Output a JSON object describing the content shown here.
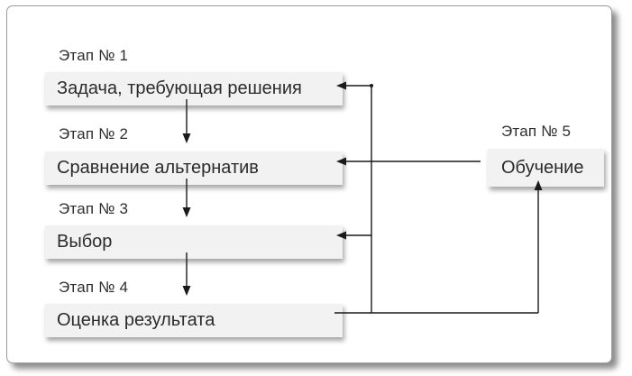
{
  "diagram": {
    "title_hint": "decision-process-flowchart",
    "stages": [
      {
        "label": "Этап № 1",
        "box": "Задача, требующая решения"
      },
      {
        "label": "Этап № 2",
        "box": "Сравнение альтернатив"
      },
      {
        "label": "Этап № 3",
        "box": "Выбор"
      },
      {
        "label": "Этап № 4",
        "box": "Оценка результата"
      },
      {
        "label": "Этап № 5",
        "box": "Обучение"
      }
    ],
    "edges": [
      {
        "from": "Задача, требующая решения",
        "to": "Сравнение альтернатив",
        "type": "down-arrow"
      },
      {
        "from": "Сравнение альтернатив",
        "to": "Выбор",
        "type": "down-arrow"
      },
      {
        "from": "Выбор",
        "to": "Оценка результата",
        "type": "down-arrow"
      },
      {
        "from": "Оценка результата",
        "to": "Задача, требующая решения",
        "type": "feedback-arrow"
      },
      {
        "from": "Оценка результата",
        "to": "Выбор",
        "type": "feedback-arrow"
      },
      {
        "from": "Оценка результата",
        "to": "Обучение",
        "type": "feedback-arrow"
      },
      {
        "from": "Обучение",
        "to": "Сравнение альтернатив",
        "type": "feedback-arrow"
      }
    ],
    "colors": {
      "box_fill": "#f2f2f2",
      "text": "#2b2b2b",
      "line": "#1a1a1a",
      "frame_border": "#9b9b9b",
      "background": "#ffffff"
    }
  }
}
